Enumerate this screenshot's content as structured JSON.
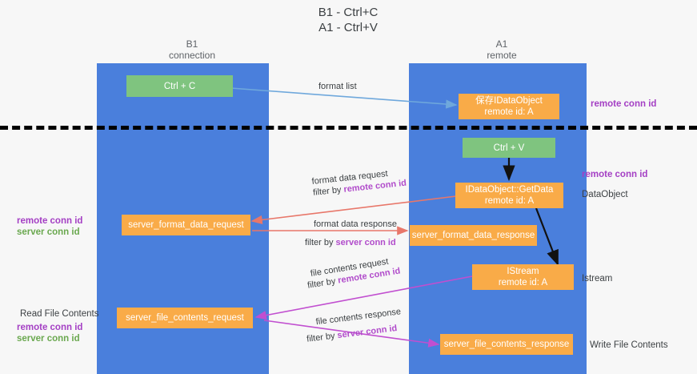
{
  "title": {
    "line1": "B1 - Ctrl+C",
    "line2": "A1 - Ctrl+V"
  },
  "columns": [
    {
      "name": "B1",
      "role": "connection"
    },
    {
      "name": "A1",
      "role": "remote"
    }
  ],
  "colors": {
    "lane": "#4a7fdc",
    "green_node": "#7fc47f",
    "orange_node": "#f9ab48",
    "remote_conn_id": "#a43fc4",
    "server_conn_id": "#6aa84f",
    "red_arrow": "#e8776a",
    "magenta_arrow": "#c14fd0",
    "blue_arrow": "#6fa8dc",
    "separator": "#000000"
  },
  "nodes": [
    {
      "id": "ctrl-c",
      "label_1": "Ctrl + C",
      "label_2": "",
      "style": "green"
    },
    {
      "id": "save-idataobject",
      "label_1": "保存IDataObject",
      "label_2": "remote id: A",
      "style": "orange"
    },
    {
      "id": "ctrl-v",
      "label_1": "Ctrl + V",
      "label_2": "",
      "style": "green"
    },
    {
      "id": "idataobject-getdata",
      "label_1": "IDataObject::GetData",
      "label_2": "remote id: A",
      "style": "orange"
    },
    {
      "id": "server-format-data-request",
      "label_1": "server_format_data_request",
      "label_2": "",
      "style": "orange"
    },
    {
      "id": "server-format-data-response",
      "label_1": "server_format_data_response",
      "label_2": "",
      "style": "orange"
    },
    {
      "id": "istream",
      "label_1": "IStream",
      "label_2": "remote id: A",
      "style": "orange"
    },
    {
      "id": "server-file-contents-request",
      "label_1": "server_file_contents_request",
      "label_2": "",
      "style": "orange"
    },
    {
      "id": "server-file-contents-response",
      "label_1": "server_file_contents_response",
      "label_2": "",
      "style": "orange"
    }
  ],
  "edge_labels": [
    {
      "id": "format-list",
      "top": "format list",
      "bottom_prefix": "",
      "bottom_key": ""
    },
    {
      "id": "format-data-request",
      "top": "format data request",
      "bottom_prefix": "filter by ",
      "bottom_key": "remote conn id"
    },
    {
      "id": "format-data-response",
      "top": "format data response",
      "bottom_prefix": "filter by ",
      "bottom_key": "server conn id"
    },
    {
      "id": "file-contents-request",
      "top": "file contents request",
      "bottom_prefix": "filter by ",
      "bottom_key": "remote conn id"
    },
    {
      "id": "file-contents-response",
      "top": "file contents response",
      "bottom_prefix": "filter by ",
      "bottom_key": "server conn id"
    }
  ],
  "annotations": {
    "right_top_remote": "remote conn id",
    "right_mid_remote": "remote conn id",
    "right_dataobject": "DataObject",
    "right_istream": "Istream",
    "right_write_file": "Write File Contents",
    "left_mid_remote": "remote conn id",
    "left_mid_server": "server conn id",
    "left_read_file": "Read File Contents",
    "left_bot_remote": "remote conn id",
    "left_bot_server": "server conn id"
  }
}
